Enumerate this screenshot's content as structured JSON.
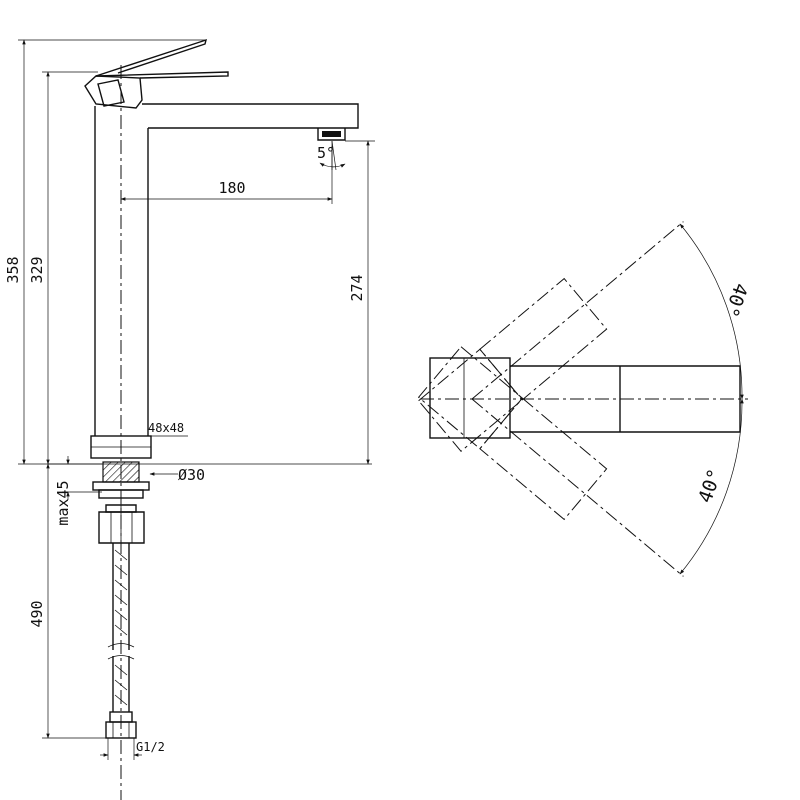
{
  "drawing": {
    "dimensions": {
      "total_height": "358",
      "body_height": "329",
      "spout_height": "274",
      "spout_reach": "180",
      "spout_angle": "5°",
      "base_size": "48x48",
      "hole_diameter": "Ø30",
      "max_thickness": "max45",
      "hose_length": "490",
      "thread": "G1/2"
    },
    "rotation": {
      "upper_angle": "40°",
      "lower_angle": "40°"
    }
  }
}
